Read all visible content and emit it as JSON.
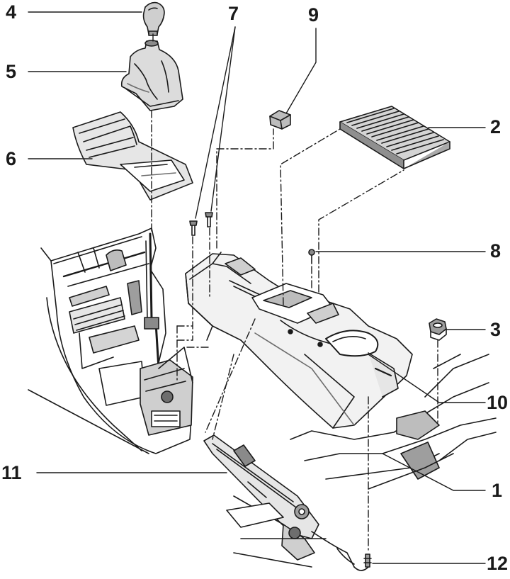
{
  "diagram": {
    "colors": {
      "ink": "#1a1a1a",
      "paper": "#ffffff",
      "shade": "#6e6e6e",
      "light": "#bdbdbd"
    },
    "callouts": [
      {
        "id": "c4",
        "label": "4"
      },
      {
        "id": "c5",
        "label": "5"
      },
      {
        "id": "c6",
        "label": "6"
      },
      {
        "id": "c7",
        "label": "7"
      },
      {
        "id": "c9",
        "label": "9"
      },
      {
        "id": "c2",
        "label": "2"
      },
      {
        "id": "c8",
        "label": "8"
      },
      {
        "id": "c3",
        "label": "3"
      },
      {
        "id": "c10",
        "label": "10"
      },
      {
        "id": "c11",
        "label": "11"
      },
      {
        "id": "c1",
        "label": "1"
      },
      {
        "id": "c12",
        "label": "12"
      }
    ]
  }
}
